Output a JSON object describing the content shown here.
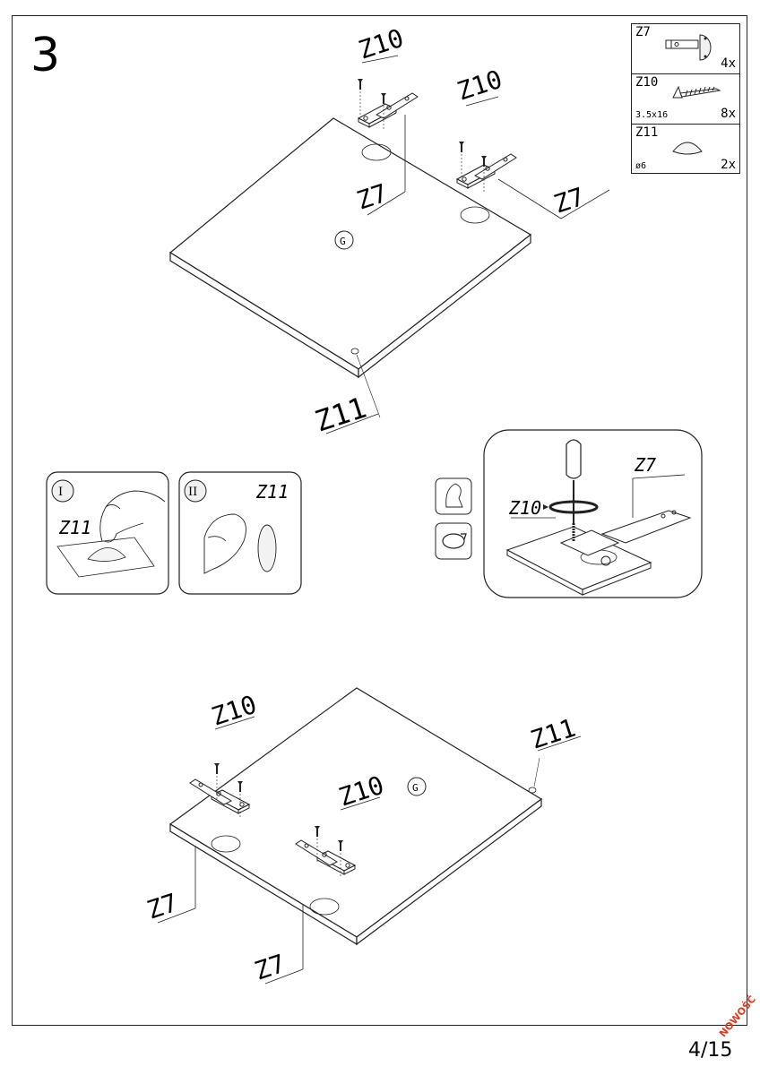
{
  "step": "3",
  "parts": [
    {
      "code": "Z7",
      "qty": "4x",
      "dim": "",
      "icon": "hinge-icon"
    },
    {
      "code": "Z10",
      "qty": "8x",
      "dim": "3.5x16",
      "icon": "screw-icon"
    },
    {
      "code": "Z11",
      "qty": "2x",
      "dim": "ø6",
      "icon": "bumper-icon"
    }
  ],
  "panel_letter": "G",
  "callouts": {
    "top_z10_a": "Z10",
    "top_z10_b": "Z10",
    "top_z7_a": "Z7",
    "top_z7_b": "Z7",
    "top_z11": "Z11",
    "bottom_z10_a": "Z10",
    "bottom_z10_b": "Z10",
    "bottom_z7_a": "Z7",
    "bottom_z7_b": "Z7",
    "bottom_z11": "Z11"
  },
  "detail_boxes": {
    "step_i": "I",
    "step_i_label": "Z11",
    "step_ii": "II",
    "step_ii_label": "Z11",
    "zoom_z10": "Z10",
    "zoom_z7": "Z7"
  },
  "page": "4/15",
  "badge": "NOWOŚĆ"
}
